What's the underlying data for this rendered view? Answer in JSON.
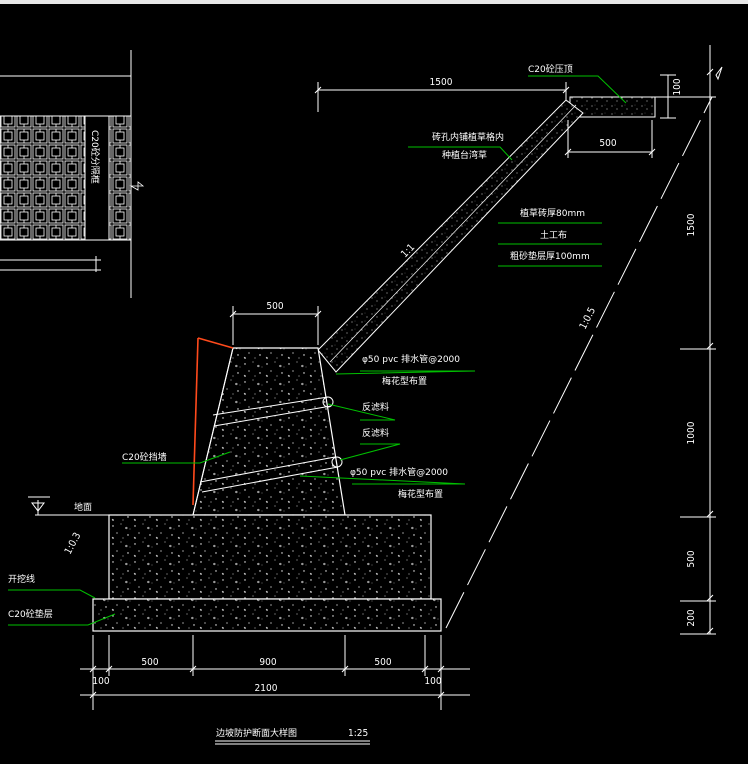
{
  "colors": {
    "background": "#000000",
    "line": "#ffffff",
    "leader": "#00c000",
    "accent": "#ff4a1c"
  },
  "labels": {
    "c20_cap": "C20砼压顶",
    "mesh": "砖孔内铺植草格内",
    "mesh2": "种植台湾草",
    "soil_plant": "植草砖厚80mm",
    "geotextile": "土工布",
    "sand_cushion": "粗砂垫层厚100mm",
    "pvc_upper": "φ50 pvc 排水管@2000",
    "cloth_upper": "梅花型布置",
    "filter_upper": "反滤料",
    "filter_lower": "反滤料",
    "pvc_lower": "φ50 pvc 排水管@2000",
    "cloth_lower": "梅花型布置",
    "retaining_wall": "C20砼挡墙",
    "ground": "地面",
    "excavation": "开挖线",
    "c20_cushion": "C20砼垫层",
    "c20_grid": "C20砼分隔框",
    "slope_1_1": "1:1",
    "slope_1_05": "1:0.5",
    "slope_1_03": "1:0.3",
    "caption": "边坡防护断面大样图",
    "scale": "1:25"
  },
  "dims": {
    "top_width": "1500",
    "cap_height": "100",
    "cap_offset": "500",
    "wall_top": "500",
    "h1500": "1500",
    "h1000": "1000",
    "h500": "500",
    "h200": "200",
    "b100_left": "100",
    "b500_left": "500",
    "b900": "900",
    "b500_right": "500",
    "b100_right": "100",
    "b2100": "2100"
  }
}
